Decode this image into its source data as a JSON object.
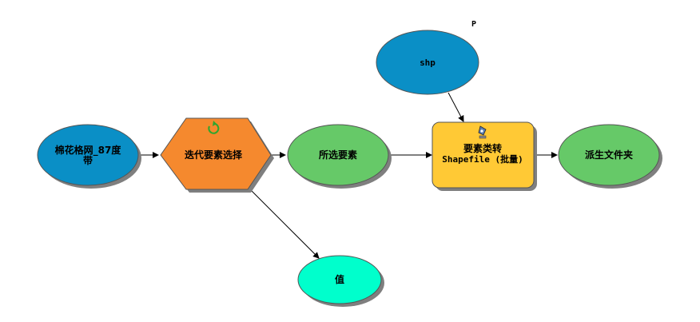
{
  "diagram": {
    "nodes": {
      "input_fc": {
        "label_line1": "棉花格网_87度",
        "label_line2": "带",
        "color": "#0a8fc6"
      },
      "iterator": {
        "label": "迭代要素选择",
        "color": "#f5892e",
        "icon": "iterate-loop-icon"
      },
      "selected": {
        "label": "所选要素",
        "color": "#66c968"
      },
      "value": {
        "label": "值",
        "color": "#00ffcc"
      },
      "shp": {
        "label": "shp",
        "color": "#0a8fc6"
      },
      "param_marker": {
        "label": "P"
      },
      "tool": {
        "label_line1": "要素类转",
        "label_line2": "Shapefile (批量)",
        "color": "#ffc935",
        "icon": "batch-tool-icon"
      },
      "output": {
        "label": "派生文件夹",
        "color": "#66c968"
      }
    },
    "connections": [
      {
        "from": "input_fc",
        "to": "iterator"
      },
      {
        "from": "iterator",
        "to": "selected"
      },
      {
        "from": "iterator",
        "to": "value"
      },
      {
        "from": "selected",
        "to": "tool"
      },
      {
        "from": "shp",
        "to": "tool"
      },
      {
        "from": "tool",
        "to": "output"
      }
    ]
  }
}
